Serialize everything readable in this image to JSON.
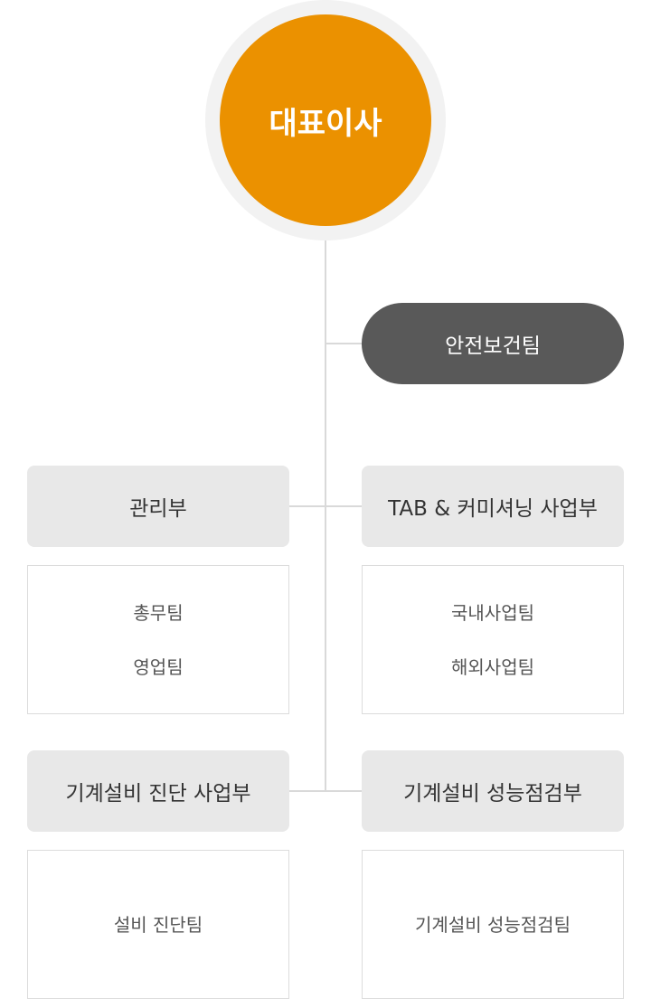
{
  "ceo": {
    "label": "대표이사"
  },
  "safety_team": {
    "label": "안전보건팀"
  },
  "departments": {
    "management": {
      "label": "관리부",
      "teams": [
        "총무팀",
        "영업팀"
      ]
    },
    "tab_commissioning": {
      "label": "TAB & 커미셔닝 사업부",
      "teams": [
        "국내사업팀",
        "해외사업팀"
      ]
    },
    "diagnosis": {
      "label": "기계설비 진단 사업부",
      "teams": [
        "설비 진단팀"
      ]
    },
    "performance": {
      "label": "기계설비 성능점검부",
      "teams": [
        "기계설비 성능점검팀"
      ]
    }
  },
  "colors": {
    "ceo_fill": "#eb9100",
    "ceo_ring": "#f2f2f2",
    "safety_fill": "#595959",
    "dept_fill": "#e8e8e8",
    "line": "#d9d9d9"
  }
}
